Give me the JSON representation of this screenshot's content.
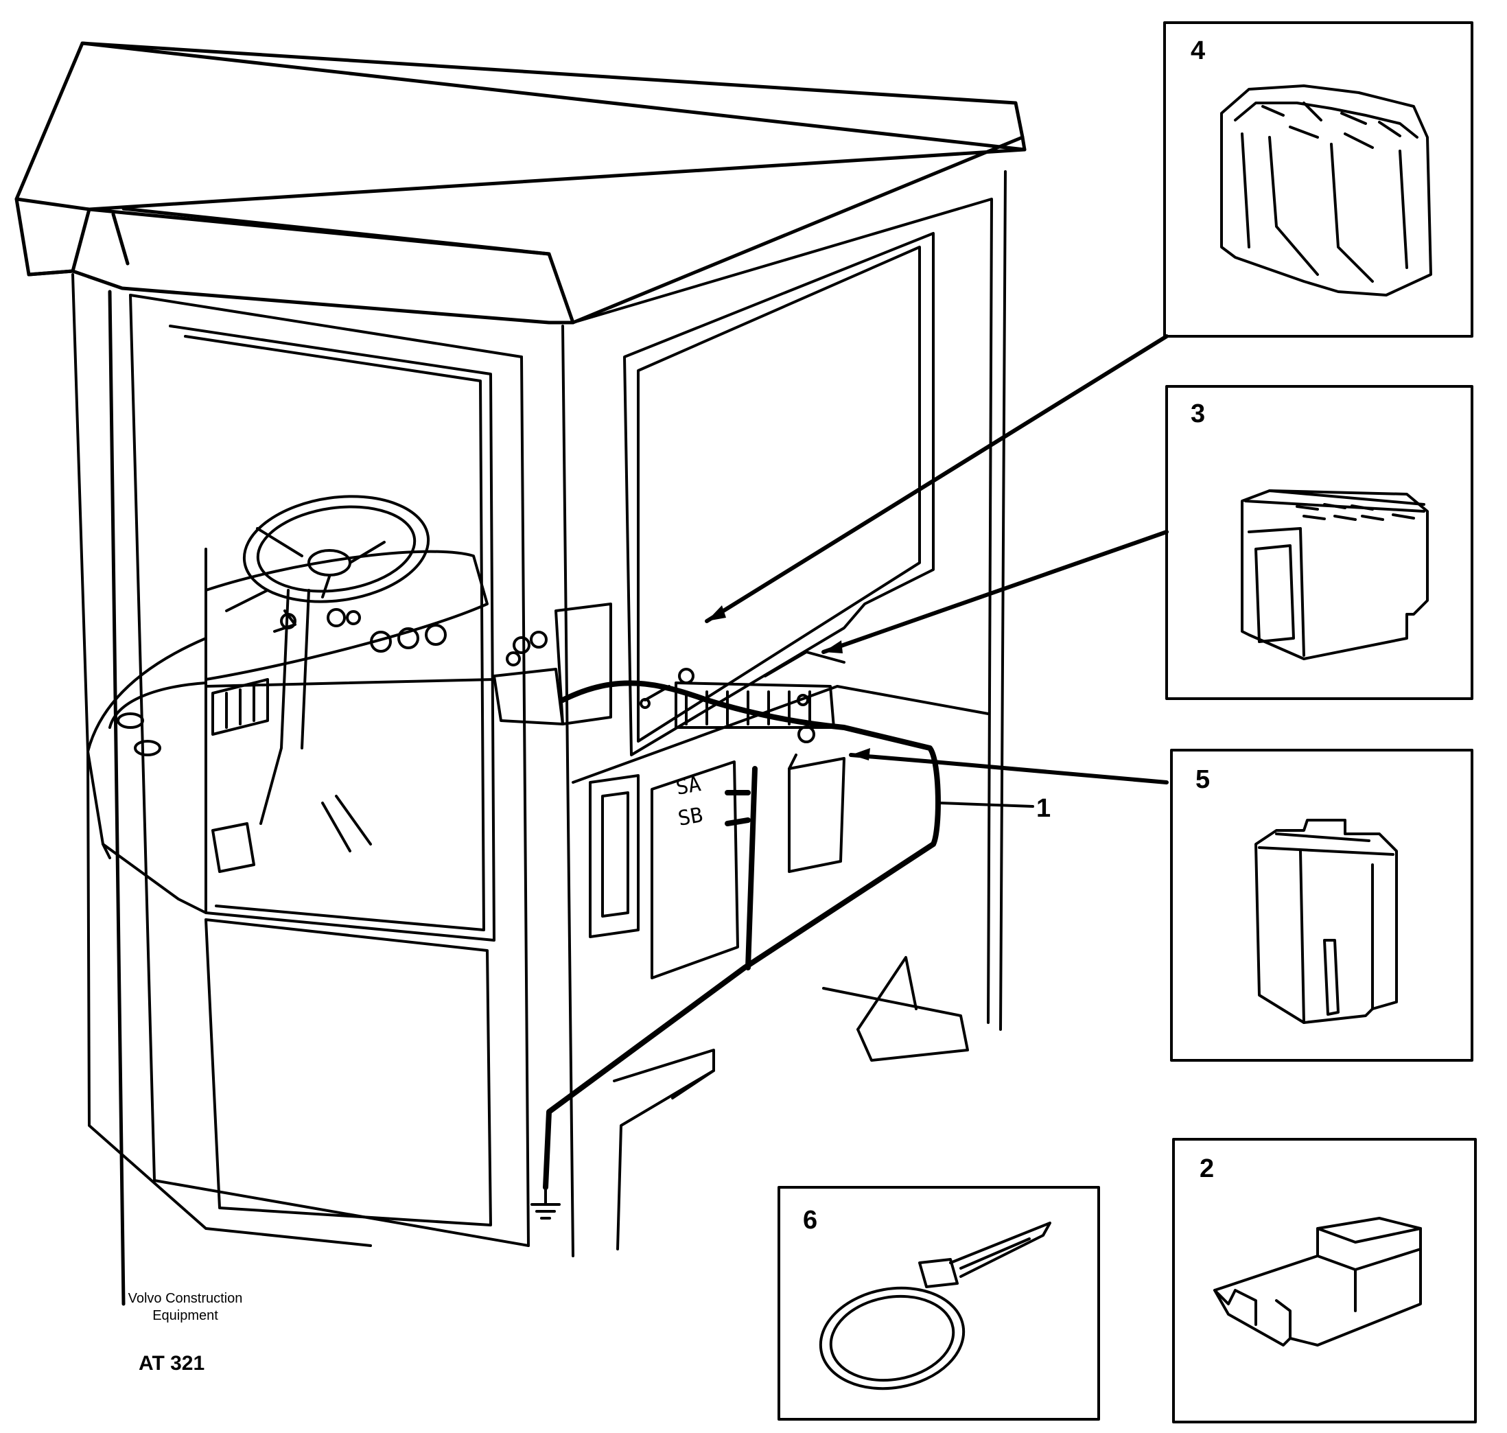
{
  "callouts": {
    "c1": "1",
    "c2": "2",
    "c3": "3",
    "c4": "4",
    "c5": "5",
    "c6": "6"
  },
  "wire_labels": {
    "sa": "SA",
    "sb": "SB"
  },
  "caption": {
    "company_line1": "Volvo Construction",
    "company_line2": "Equipment",
    "code": "AT 321"
  },
  "colors": {
    "line": "#000000",
    "background": "#ffffff"
  }
}
